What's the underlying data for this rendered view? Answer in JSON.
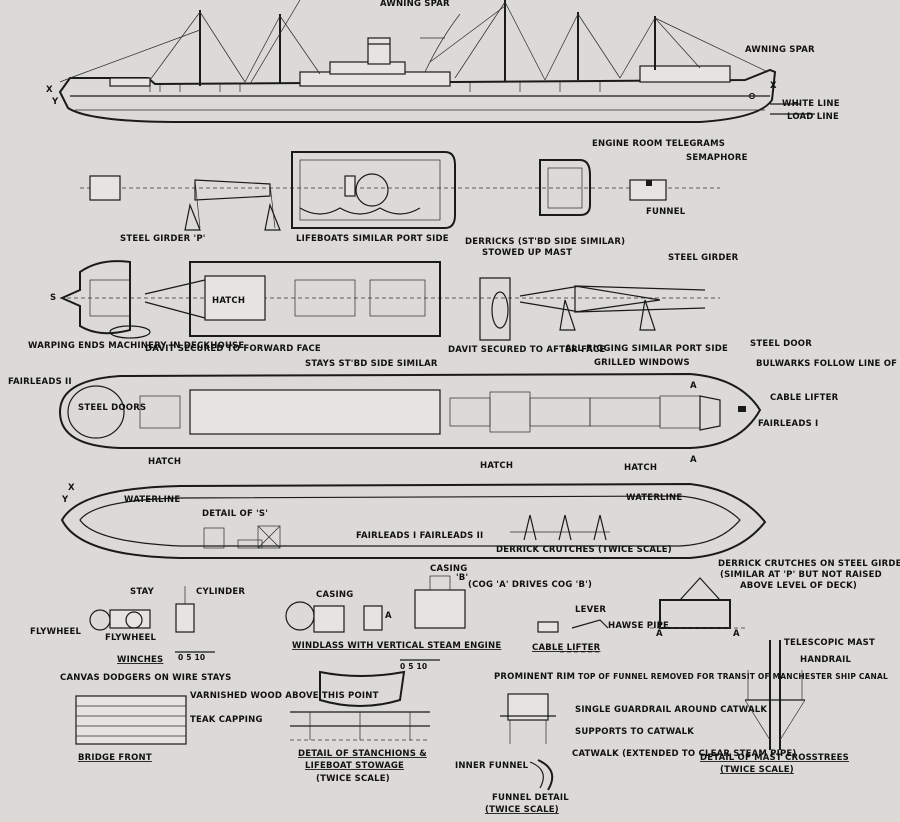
{
  "labels": {
    "awning_spar_top": "AWNING SPAR",
    "awning_spar_right": "AWNING SPAR",
    "x_left": "X",
    "y_left": "Y",
    "x_right": "X",
    "white_line": "WHITE LINE",
    "load_line": "LOAD LINE",
    "engine_room_telegrams": "ENGINE ROOM TELEGRAMS",
    "semaphore": "SEMAPHORE",
    "funnel": "FUNNEL",
    "steel_girder_p": "STEEL GIRDER 'P'",
    "lifeboats_similar": "LIFEBOATS SIMILAR PORT SIDE",
    "derricks_stbd": "DERRICKS (ST'BD SIDE SIMILAR)",
    "stowed_up_mast": "STOWED UP MAST",
    "steel_girder": "STEEL GIRDER",
    "s_label": "S",
    "hatch_upper": "HATCH",
    "davit_forward": "DAVIT SECURED TO FORWARD FACE",
    "davit_after": "DAVIT SECURED TO AFTER FACE",
    "all_rigging": "ALL RIGGING SIMILAR PORT SIDE",
    "warping_ends": "WARPING ENDS MACHINERY IN DECKHOUSE",
    "steel_door": "STEEL DOOR",
    "grilled_windows": "GRILLED WINDOWS",
    "bulwarks_follow": "BULWARKS FOLLOW LINE OF FLARE",
    "stays_stbd": "STAYS ST'BD SIDE SIMILAR",
    "fairleads_ii": "FAIRLEADS II",
    "steel_doors": "STEEL DOORS",
    "cable_lifter": "CABLE LIFTER",
    "fairleads_i": "FAIRLEADS I",
    "a_upper": "A",
    "a_lower": "A",
    "hatch_1": "HATCH",
    "hatch_2": "HATCH",
    "hatch_3": "HATCH",
    "x_waterline": "X",
    "y_waterline": "Y",
    "waterline_left": "WATERLINE",
    "waterline_right": "WATERLINE",
    "detail_of_s": "DETAIL OF 'S'",
    "fairleads_pair": "FAIRLEADS I  FAIRLEADS II",
    "derrick_crutches": "DERRICK CRUTCHES (TWICE SCALE)",
    "derrick_crutches_girder": "DERRICK CRUTCHES ON STEEL GIRDER",
    "similar_at_p": "(SIMILAR AT 'P' BUT NOT RAISED",
    "above_level": "ABOVE LEVEL OF DECK)",
    "stay": "STAY",
    "cylinder": "CYLINDER",
    "flywheel_1": "FLYWHEEL",
    "flywheel_2": "FLYWHEEL",
    "winches": "WINCHES",
    "scale_1": "0  5  10",
    "casing_1": "CASING",
    "casing_2": "CASING",
    "cog_b": "'B'",
    "cog_a_drives": "(COG 'A' DRIVES COG 'B')",
    "a_cog": "A",
    "windlass": "WINDLASS  WITH  VERTICAL  STEAM  ENGINE",
    "scale_2": "0  5  10",
    "lever": "LEVER",
    "hawse_pipe": "HAWSE PIPE",
    "cable_lifter_detail": "CABLE  LIFTER",
    "a_section_left": "A",
    "a_section_right": "A",
    "telescopic_mast": "TELESCOPIC MAST",
    "handrail": "HANDRAIL",
    "canvas_dodgers": "CANVAS DODGERS ON WIRE STAYS",
    "varnished_wood": "VARNISHED WOOD ABOVE THIS POINT",
    "teak_capping": "TEAK CAPPING",
    "bridge_front": "BRIDGE  FRONT",
    "detail_stanchions": "DETAIL OF STANCHIONS &",
    "lifeboat_stowage": "LIFEBOAT STOWAGE",
    "twice_scale_1": "(TWICE SCALE)",
    "prominent_rim": "PROMINENT RIM",
    "top_of_funnel": "TOP OF FUNNEL REMOVED FOR TRANSIT OF MANCHESTER SHIP CANAL",
    "single_guardrail": "SINGLE GUARDRAIL AROUND CATWALK",
    "supports_catwalk": "SUPPORTS TO CATWALK",
    "catwalk_extended": "CATWALK (EXTENDED TO CLEAR STEAM PIPE)",
    "inner_funnel": "INNER FUNNEL",
    "funnel_detail": "FUNNEL DETAIL",
    "twice_scale_2": "(TWICE SCALE)",
    "detail_mast": "DETAIL OF MAST CROSSTREES",
    "twice_scale_3": "(TWICE  SCALE)"
  }
}
